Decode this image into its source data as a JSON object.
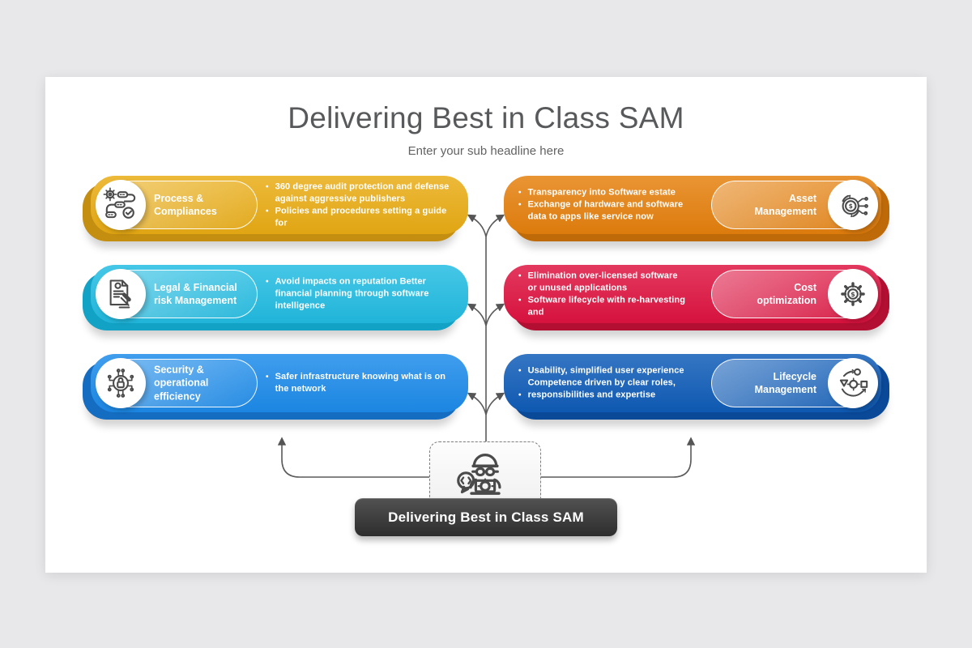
{
  "background_color": "#E8E8EA",
  "slide": {
    "title": "Delivering Best in Class SAM",
    "subtitle": "Enter your sub headline here",
    "title_color": "#58595B"
  },
  "cards": [
    {
      "title": "Process &\nCompliances",
      "icon": "process-flow-icon",
      "side": "left",
      "bullets": [
        "360 degree audit protection and defense against aggressive publishers",
        "Policies and procedures setting a guide for"
      ],
      "colors": {
        "main": "#E9AC14",
        "back": "#C48E10"
      }
    },
    {
      "title": "Legal & Financial\nrisk Management",
      "icon": "legal-gavel-icon",
      "side": "left",
      "bullets": [
        "Avoid impacts on reputation Better financial planning through software intelligence"
      ],
      "colors": {
        "main": "#22BCE2",
        "back": "#12A2C6"
      }
    },
    {
      "title": "Security &\noperational\nefficiency",
      "icon": "security-lock-icon",
      "side": "left",
      "bullets": [
        "Safer infrastructure knowing what is on the network"
      ],
      "colors": {
        "main": "#1C8BEA",
        "back": "#146DC0"
      }
    },
    {
      "title": "Asset\nManagement",
      "icon": "asset-dollar-icon",
      "side": "right",
      "bullets": [
        "Transparency into Software estate",
        "Exchange of hardware and software data to apps like service now"
      ],
      "colors": {
        "main": "#E5800D",
        "back": "#BF6A09"
      }
    },
    {
      "title": "Cost\noptimization",
      "icon": "cost-gear-dollar-icon",
      "side": "right",
      "bullets": [
        "Elimination over-licensed software or unused applications",
        "Software lifecycle with re-harvesting and"
      ],
      "colors": {
        "main": "#DE1340",
        "back": "#B20F32"
      }
    },
    {
      "title": "Lifecycle\nManagement",
      "icon": "lifecycle-agile-icon",
      "side": "right",
      "bullets": [
        "Usability, simplified user experience Competence driven by clear roles,",
        "responsibilities and expertise"
      ],
      "colors": {
        "main": "#0F5CB8",
        "back": "#0A4898"
      }
    }
  ],
  "center": {
    "icon": "developer-icon",
    "button_label": "Delivering Best in Class SAM",
    "button_color": "#3B3B3B",
    "connector_color": "#5A5A5A"
  }
}
